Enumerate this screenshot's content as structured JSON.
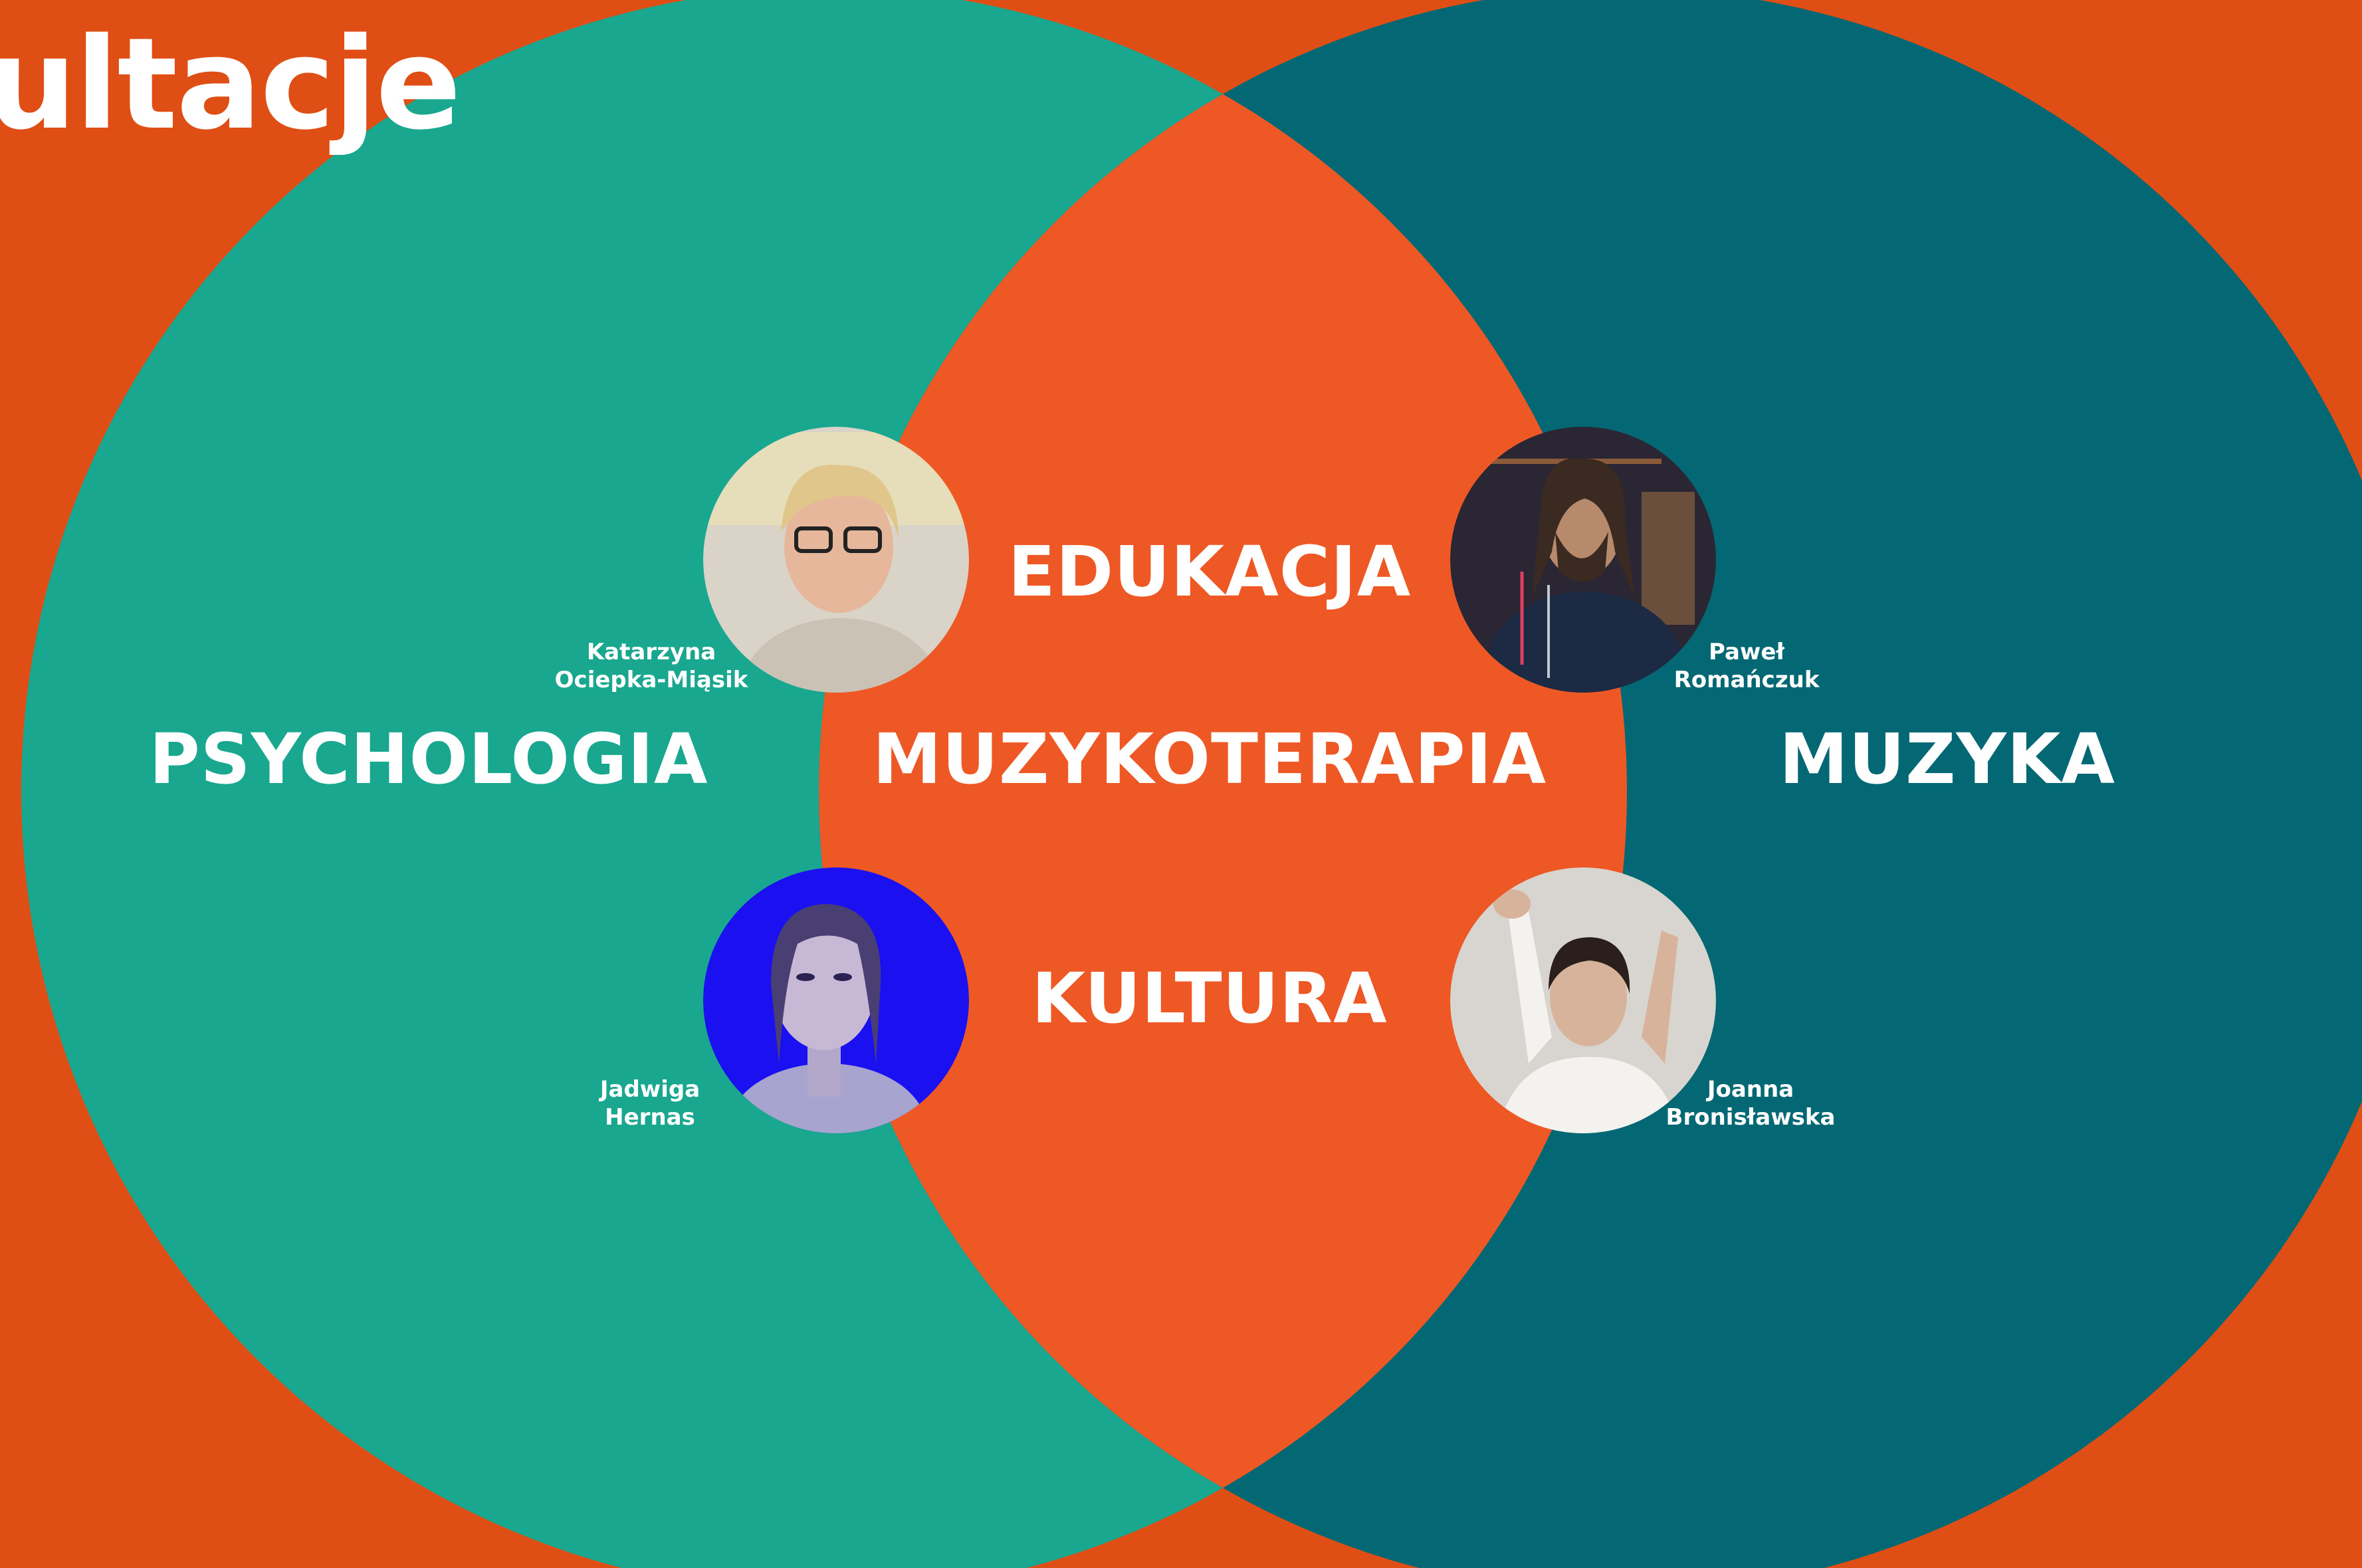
{
  "colors": {
    "background": "#de4e15",
    "left_circle": "#1aa78f",
    "right_circle": "#036873",
    "intersection": "#ee5825",
    "text": "#ffffff"
  },
  "header": {
    "title": "ultacje"
  },
  "diagram": {
    "left_label": "PSYCHOLOGIA",
    "right_label": "MUZYKA",
    "center_label": "MUZYKOTERAPIA",
    "top_label": "EDUKACJA",
    "bottom_label": "KULTURA"
  },
  "people": [
    {
      "first": "Katarzyna",
      "last": "Ociepka-Miąsik",
      "avatar_color": "#d9d3c8",
      "icon": "portrait-icon"
    },
    {
      "first": "Paweł",
      "last": "Romańczuk",
      "avatar_color": "#2a2634",
      "icon": "portrait-icon"
    },
    {
      "first": "Jadwiga",
      "last": "Hernas",
      "avatar_color": "#1a10f0",
      "icon": "portrait-icon"
    },
    {
      "first": "Joanna",
      "last": "Bronisławska",
      "avatar_color": "#d8d4cf",
      "icon": "portrait-icon"
    }
  ]
}
